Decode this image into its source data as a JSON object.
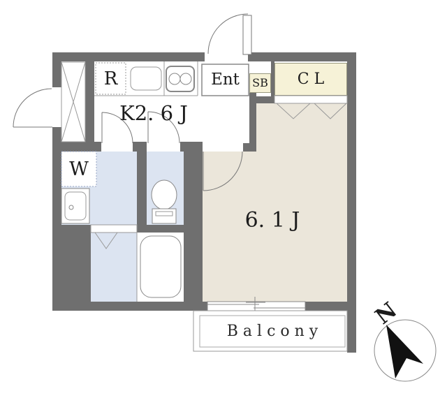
{
  "labels": {
    "refrigerator": "R",
    "kitchen": "K2. 6 J",
    "entrance": "Ent",
    "shoe_box": "SB",
    "closet": "C L",
    "washer": "W",
    "main_room": "6. 1 J",
    "balcony": "Balcony",
    "compass_north": "N"
  },
  "colors": {
    "wall": "#6f6f6f",
    "room_floor": "#ebe6da",
    "wet_area_floor": "#dce4f1",
    "closet_fill": "#f6f2d7",
    "fixture_outline": "#888888",
    "door_arc": "#777777",
    "text": "#1c1c1c"
  }
}
